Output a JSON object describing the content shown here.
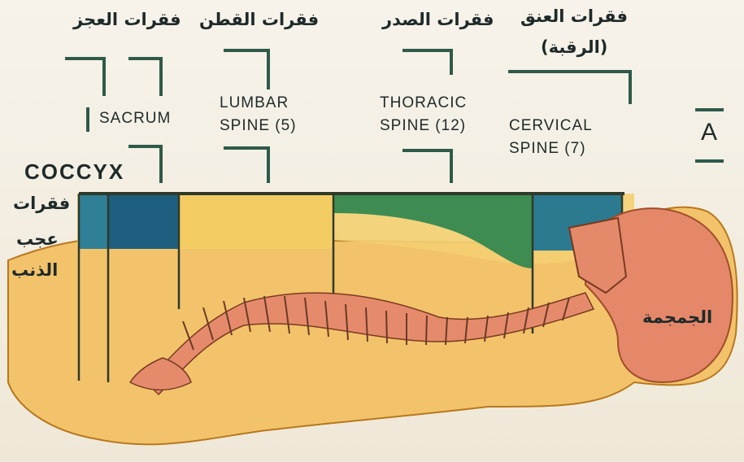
{
  "arabic_labels": {
    "sacrum": "فقرات العجز",
    "lumbar": "فقرات القطن",
    "thoracic": "فقرات الصدر",
    "cervical_line1": "فقرات العنق",
    "cervical_line2": "(الرقبة)",
    "coccyx_line1": "فقرات",
    "coccyx_line2": "عجب",
    "coccyx_line3": "الذنب",
    "skull": "الجمجمة"
  },
  "english_labels": {
    "sacrum": "SACRUM",
    "lumbar_line1": "LUMBAR",
    "lumbar_line2": "SPINE (5)",
    "thoracic_line1": "THORACIC",
    "thoracic_line2": "SPINE (12)",
    "cervical_line1": "CERVICAL",
    "cervical_line2": "SPINE (7)",
    "coccyx": "COCCYX"
  },
  "panel_letter": "A",
  "colors": {
    "background": "#f4efe4",
    "body": "#f0c060",
    "bone": "#e08a6a",
    "region_dark_blue": "#1f6a8a",
    "region_green": "#3f8f4f",
    "region_yellow": "#f2c860",
    "outline": "#2f3a2a"
  }
}
